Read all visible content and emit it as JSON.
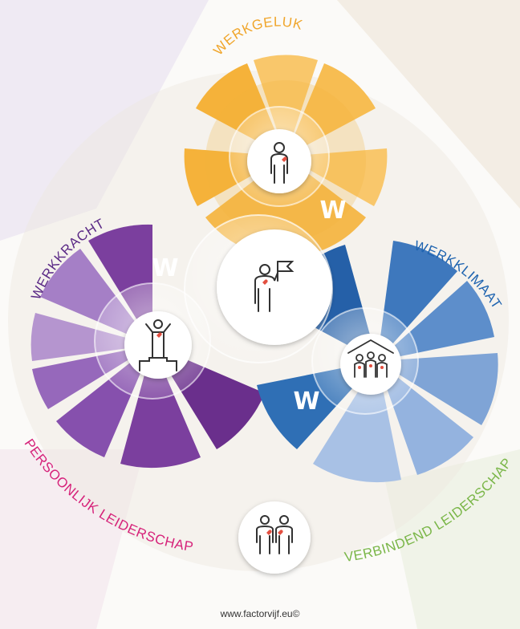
{
  "labels": {
    "top": "WERKGELUK",
    "left": "WERKKRACHT",
    "right": "WERKKLIMAAT",
    "bottom_left": "PERSOONLIJK LEIDERSCHAP",
    "bottom_right": "VERBINDEND LEIDERSCHAP"
  },
  "w_marks": {
    "top": "W",
    "left": "W",
    "right": "W"
  },
  "footer": "www.factorvijf.eu©",
  "colors": {
    "orange": "#f5b23a",
    "orange_light": "#f9c76b",
    "purple": "#7b3f9e",
    "purple_light": "#a57fc6",
    "blue": "#2f6fb5",
    "blue_light": "#7fa4d6",
    "pink_text": "#d6237a",
    "green_text": "#7ab648",
    "purple_text": "#5b2a86",
    "blue_text": "#1f64b0",
    "orange_text": "#f0a52a"
  },
  "icons": [
    "person-heart-icon",
    "leader-flag-icon",
    "person-podium-icon",
    "team-house-icon",
    "two-people-icon"
  ]
}
